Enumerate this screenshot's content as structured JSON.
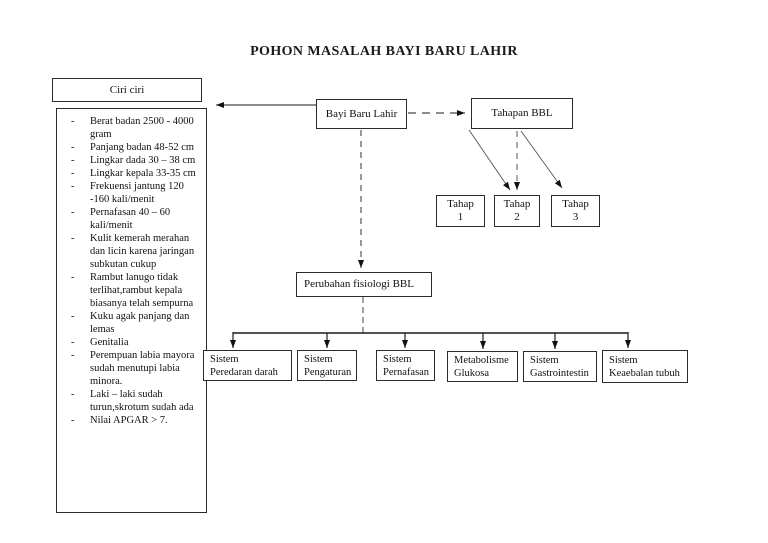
{
  "page": {
    "title": "POHON MASALAH BAYI BARU LAHIR"
  },
  "ciri": {
    "header": "Ciri ciri",
    "items": [
      "Berat badan 2500 - 4000 gram",
      "Panjang badan 48-52 cm",
      "Lingkar dada 30 – 38 cm",
      "Lingkar kepala 33-35 cm",
      "Frekuensi jantung 120 -160 kali/menit",
      "Pernafasan 40 – 60 kali/menit",
      "Kulit kemerah merahan dan licin karena jaringan subkutan cukup",
      "Rambut lanugo tidak terlihat,rambut kepala biasanya telah sempurna",
      "Kuku agak panjang dan lemas",
      "Genitalia",
      "Perempuan labia mayora sudah menutupi labia minora.",
      "Laki – laki sudah turun,skrotum sudah ada",
      "Nilai APGAR > 7."
    ]
  },
  "nodes": {
    "bayi": "Bayi Baru Lahir",
    "tahapan": "Tahapan BBL",
    "tahap": [
      {
        "line1": "Tahap",
        "line2": "1"
      },
      {
        "line1": "Tahap",
        "line2": "2"
      },
      {
        "line1": "Tahap",
        "line2": "3"
      }
    ],
    "perubahan": "Perubahan fisiologi BBL",
    "systems": [
      {
        "line1": "Sistem",
        "line2": "Peredaran darah"
      },
      {
        "line1": "Sistem",
        "line2": "Pengaturan"
      },
      {
        "line1": "Sistem",
        "line2": "Pernafasan"
      },
      {
        "line1": "Metabolisme",
        "line2": "Glukosa"
      },
      {
        "line1": "Sistem",
        "line2": "Gastrointestin"
      },
      {
        "line1": "Sistem",
        "line2": "Keaebalan tubuh"
      }
    ]
  },
  "colors": {
    "background": "#ffffff",
    "border": "#2b2b2b",
    "text": "#111111",
    "line_dark": "#1a1a1a",
    "line_light": "#555555"
  }
}
